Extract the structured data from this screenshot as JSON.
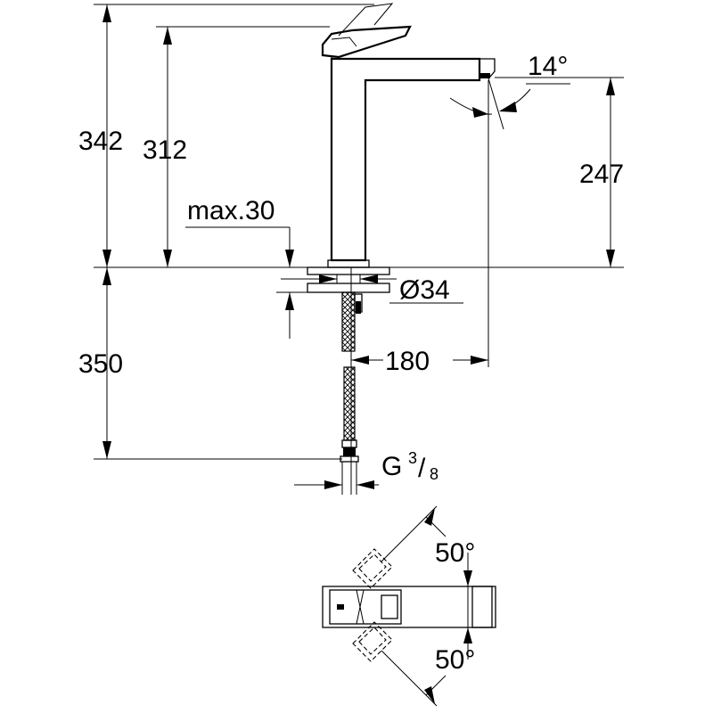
{
  "dimensions": {
    "total_height": "342",
    "spout_height": "312",
    "outlet_height": "247",
    "max_deck": "max.30",
    "hole_diameter": "Ø34",
    "projection": "180",
    "hose_length": "350",
    "spout_angle": "14°",
    "lever_angle_top": "50°",
    "lever_angle_bottom": "50°"
  },
  "connection": {
    "thread": "G",
    "numerator": "3",
    "slash": "/",
    "denominator": "8"
  }
}
